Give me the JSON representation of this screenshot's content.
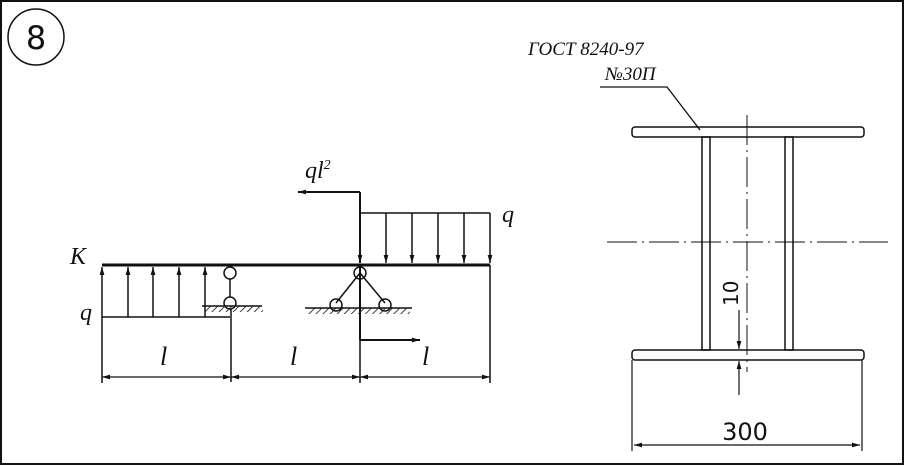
{
  "problem_number": "8",
  "beam": {
    "label_K": "K",
    "label_q_left": "q",
    "label_q_right": "q",
    "moment_label": "ql",
    "moment_exp": "2",
    "span_labels": [
      "l",
      "l",
      "l"
    ]
  },
  "section": {
    "standard": "ГОСТ 8240-97",
    "profile": "№30П",
    "thickness_dim": "10",
    "width_dim": "300"
  }
}
